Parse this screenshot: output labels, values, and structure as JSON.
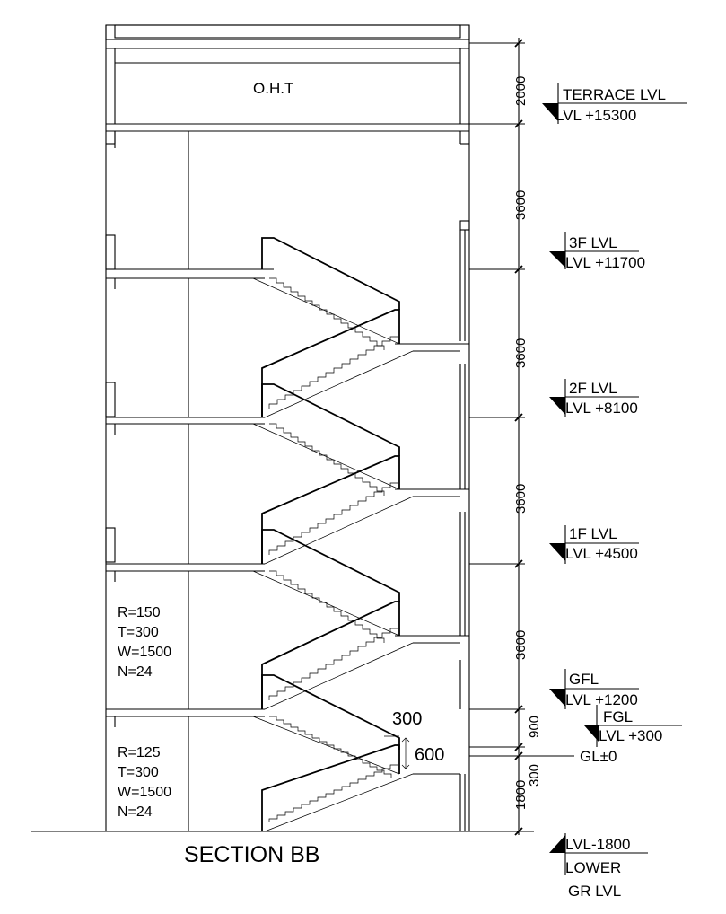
{
  "title": "SECTION BB",
  "tank_label": "O.H.T",
  "levels": {
    "terrace": {
      "name": "TERRACE LVL",
      "value": "LVL +15300"
    },
    "f3": {
      "name": "3F LVL",
      "value": "LVL +11700"
    },
    "f2": {
      "name": "2F LVL",
      "value": "LVL +8100"
    },
    "f1": {
      "name": "1F LVL",
      "value": "LVL +4500"
    },
    "gf": {
      "name": "GFL",
      "value": "LVL +1200"
    },
    "fgl": {
      "name": "FGL",
      "value": "LVL +300"
    },
    "gl": {
      "value": "GL±0"
    },
    "lower": {
      "value": "LVL-1800",
      "name_line1": "LOWER",
      "name_line2": "GR LVL"
    }
  },
  "dimensions": {
    "tank": "2000",
    "floor3": "3600",
    "floor2": "3600",
    "floor1": "3600",
    "ground": "3600",
    "gf_fgl": "900",
    "fgl_gl": "300",
    "lower": "1800",
    "tread": "300",
    "riser_detail": "600"
  },
  "notes": {
    "upper": [
      "R=150",
      "T=300",
      "W=1500",
      "N=24"
    ],
    "lower": [
      "R=125",
      "T=300",
      "W=1500",
      "N=24"
    ]
  }
}
